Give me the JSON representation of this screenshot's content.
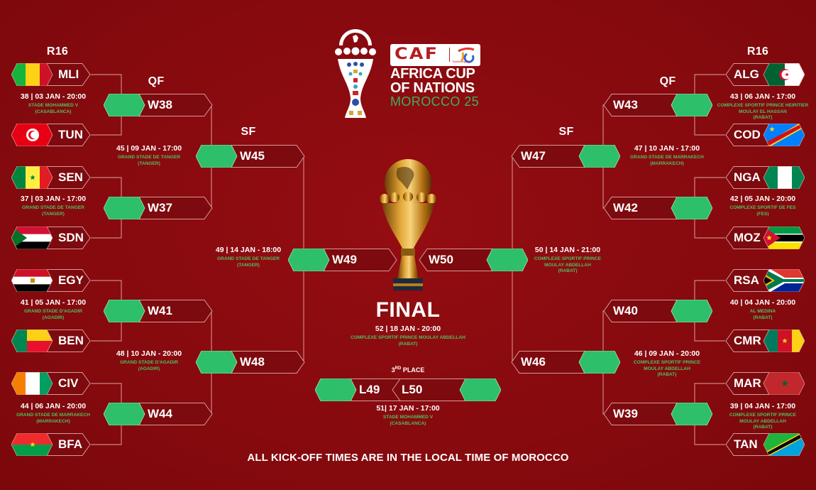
{
  "header": {
    "brand": "CAF",
    "sponsor": "TotalEnergies",
    "title_line1": "AFRICA CUP",
    "title_line2": "OF NATIONS",
    "title_line3": "MOROCCO 25"
  },
  "rounds": {
    "left_r16": "R16",
    "left_qf": "QF",
    "left_sf": "SF",
    "right_r16": "R16",
    "right_qf": "QF",
    "right_sf": "SF"
  },
  "colors": {
    "background": "#860a0e",
    "pill_green": "#2dbf6a",
    "venue_green": "#4fbf5f",
    "line": "#d9a0a0"
  },
  "left_bracket": {
    "r16_teams": [
      {
        "code": "MLI",
        "flag": "mali-flag"
      },
      {
        "code": "TUN",
        "flag": "tunisia-flag"
      },
      {
        "code": "SEN",
        "flag": "senegal-flag"
      },
      {
        "code": "SDN",
        "flag": "sudan-flag"
      },
      {
        "code": "EGY",
        "flag": "egypt-flag"
      },
      {
        "code": "BEN",
        "flag": "benin-flag"
      },
      {
        "code": "CIV",
        "flag": "ivory-coast-flag"
      },
      {
        "code": "BFA",
        "flag": "burkina-faso-flag"
      }
    ],
    "r16_matches": [
      {
        "time": "38 | 03 JAN - 20:00",
        "venue": "STADE MOHAMMED V",
        "city": "(CASABLANCA)"
      },
      {
        "time": "37 | 03 JAN - 17:00",
        "venue": "GRAND STADE DE TANGER",
        "city": "(TANGER)"
      },
      {
        "time": "41 | 05 JAN - 17:00",
        "venue": "GRAND STADE D'AGADIR",
        "city": "(AGADIR)"
      },
      {
        "time": "44 | 06 JAN - 20:00",
        "venue": "GRAND STADE DE MARRAKECH",
        "city": "(MARRAKECH)"
      }
    ],
    "qf_winners": [
      "W38",
      "W37",
      "W41",
      "W44"
    ],
    "qf_matches": [
      {
        "time": "45 | 09 JAN - 17:00",
        "venue": "GRAND STADE DE TANGER",
        "city": "(TANGER)"
      },
      {
        "time": "48 | 10 JAN - 20:00",
        "venue": "GRAND STADE D'AGADIR",
        "city": "(AGADIR)"
      }
    ],
    "sf_winners": [
      "W45",
      "W48"
    ],
    "sf_match": {
      "time": "49 | 14 JAN - 18:00",
      "venue": "GRAND STADE DE TANGER",
      "city": "(TANGER)"
    },
    "final_slot": "W49"
  },
  "right_bracket": {
    "r16_teams": [
      {
        "code": "ALG",
        "flag": "algeria-flag"
      },
      {
        "code": "COD",
        "flag": "dr-congo-flag"
      },
      {
        "code": "NGA",
        "flag": "nigeria-flag"
      },
      {
        "code": "MOZ",
        "flag": "mozambique-flag"
      },
      {
        "code": "RSA",
        "flag": "south-africa-flag"
      },
      {
        "code": "CMR",
        "flag": "cameroon-flag"
      },
      {
        "code": "MAR",
        "flag": "morocco-flag"
      },
      {
        "code": "TAN",
        "flag": "tanzania-flag"
      }
    ],
    "r16_matches": [
      {
        "time": "43 | 06 JAN - 17:00",
        "venue": "COMPLEXE SPORTIF PRINCE HEIRITIER MOULAY EL HASSAN",
        "city": "(RABAT)"
      },
      {
        "time": "42 | 05 JAN - 20:00",
        "venue": "COMPLEXE SPORTIF DE FES",
        "city": "(FES)"
      },
      {
        "time": "40 | 04 JAN - 20:00",
        "venue": "AL MEDINA",
        "city": "(RABAT)"
      },
      {
        "time": "39 | 04 JAN - 17:00",
        "venue": "COMPLEXE SPORTIF PRINCE MOULAY ABDELLAH",
        "city": "(RABAT)"
      }
    ],
    "qf_winners": [
      "W43",
      "W42",
      "W40",
      "W39"
    ],
    "qf_matches": [
      {
        "time": "47 | 10 JAN - 17:00",
        "venue": "GRAND STADE DE MARRAKECH",
        "city": "(MARRAKECH)"
      },
      {
        "time": "46 | 09 JAN - 20:00",
        "venue": "COMPLEXE SPORTIF PRINCE MOULAY ABDELLAH",
        "city": "(RABAT)"
      }
    ],
    "sf_winners": [
      "W47",
      "W46"
    ],
    "sf_match": {
      "time": "50 | 14 JAN - 21:00",
      "venue": "COMPLEXE SPORTIF PRINCE MOULAY ABDELLAH",
      "city": "(RABAT)"
    },
    "final_slot": "W50"
  },
  "final": {
    "title": "FINAL",
    "time": "52 | 18 JAN - 20:00",
    "venue": "COMPLEXE SPORTIF PRINCE MOULAY ABDELLAH",
    "city": "(RABAT)"
  },
  "third_place": {
    "title": "3",
    "title_sup": "RD",
    "title_rest": " PLACE",
    "left": "L49",
    "right": "L50",
    "time": "51| 17 JAN - 17:00",
    "venue": "STADE MOHAMMED V",
    "city": "(CASABLANCA)"
  },
  "footer": "ALL KICK-OFF TIMES ARE IN THE LOCAL TIME OF MOROCCO"
}
